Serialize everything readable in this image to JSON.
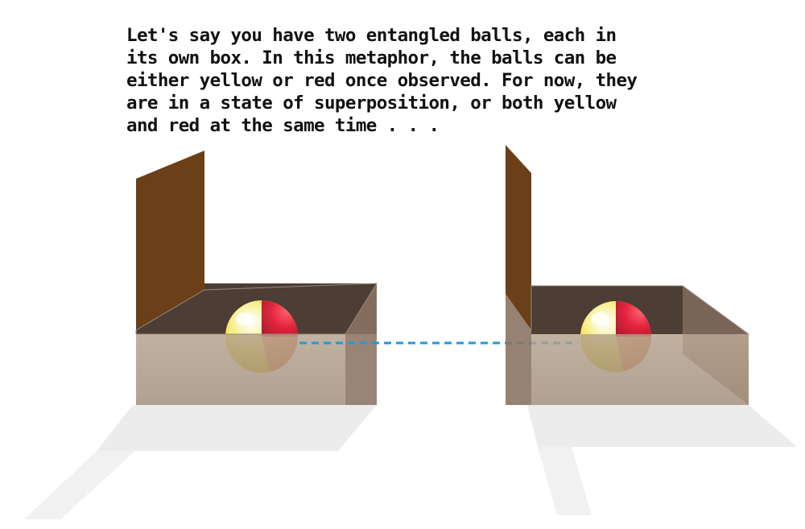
{
  "caption": {
    "lines": [
      "Let's say you have two entangled balls, each in",
      "its own box. In this metaphor, the balls can be",
      "either yellow or red once observed. For now, they",
      "are in a state of superposition, or both yellow",
      "and red at the same time . . ."
    ]
  },
  "colors": {
    "background": "#ffffff",
    "box_flap": "#6b3f17",
    "box_inner_back": "#4a3a33",
    "box_front": "#a89480",
    "box_side": "#8a7464",
    "shadow": "#ececec",
    "ball_yellow": "#f2e23a",
    "ball_red": "#e21a3c",
    "entanglement_line": "#1e9ad8"
  },
  "scene": {
    "boxes": [
      "left-box",
      "right-box"
    ],
    "balls": [
      "left-ball",
      "right-ball"
    ],
    "connector": "dashed-entanglement-line"
  }
}
